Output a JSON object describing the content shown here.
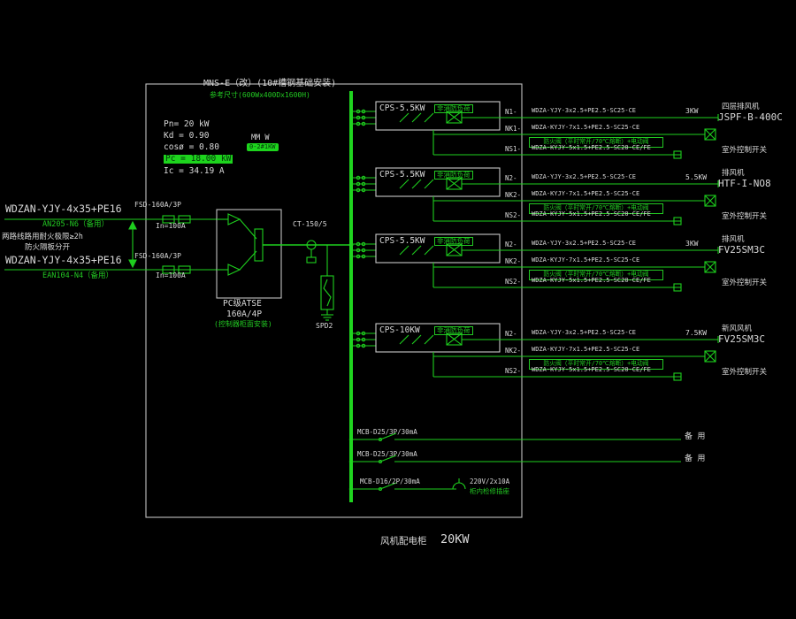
{
  "colors": {
    "line_green": "#1ecf1e",
    "bus_green": "#1fd41f",
    "text_white": "#d9d9d9",
    "text_green": "#22c922",
    "cabinet_border": "#c0c0c0"
  },
  "panel": {
    "title": "MNS-E（改）(10#槽钢基础安装)",
    "size_note": "参考尺寸(600Wx400Dx1600H)",
    "pn": "Pn= 20 kW",
    "kd": "Kd = 0.90",
    "cos_phi": "cosø = 0.80",
    "pc": "Pc = 18.00 kW",
    "ic": "Ic = 34.19 A",
    "meter_label": "MM W",
    "meter_value": "0-2#1KW"
  },
  "incoming": {
    "feeder1": {
      "cable": "WDZAN-YJY-4x35+PE16",
      "source": "AN205-N6（备用）",
      "breaker": "FSD-160A/3P",
      "current": "In=100A"
    },
    "feeder2": {
      "cable": "WDZAN-YJY-4x35+PE16",
      "source": "EAN104-N4（备用）",
      "breaker": "FSD-160A/3P",
      "current": "In=100A"
    },
    "fire_note_line1": "两路线路用耐火极限≥2h",
    "fire_note_line2": "防火隔板分开"
  },
  "atse": {
    "name": "PC级ATSE",
    "rating": "160A/4P",
    "mount_note": "(控制器柜面安装)"
  },
  "instruments": {
    "ct": "CT-150/5",
    "spd": "SPD2"
  },
  "branches": [
    {
      "cps": "CPS-5.5KW",
      "tag": "非消防负荷",
      "power": "3KW",
      "load_name": "四层排风机",
      "load_model": "JSPF-B-400C",
      "remote": "室外控制开关",
      "valve_note": "防火阀（平时常开/70℃熔断）+电动阀",
      "rows": [
        {
          "label": "N1-",
          "cable": "WDZA-YJY-3x2.5+PE2.5-SC25-CE"
        },
        {
          "label": "NK1-",
          "cable": "WDZA-KYJY-7x1.5+PE2.5-SC25-CE"
        },
        {
          "label": "NS1-",
          "cable": "WDZA-KYJY-5x1.5+PE2.5-SC20-CE/FE"
        }
      ]
    },
    {
      "cps": "CPS-5.5KW",
      "tag": "非消防负荷",
      "power": "5.5KW",
      "load_name": "排风机",
      "load_model": "HTF-I-NO8",
      "remote": "室外控制开关",
      "valve_note": "防火阀（平时常开/70℃熔断）+电动阀",
      "rows": [
        {
          "label": "N2-",
          "cable": "WDZA-YJY-3x2.5+PE2.5-SC25-CE"
        },
        {
          "label": "NK2-",
          "cable": "WDZA-KYJY-7x1.5+PE2.5-SC25-CE"
        },
        {
          "label": "NS2-",
          "cable": "WDZA-KYJY-5x1.5+PE2.5-SC20-CE/FE"
        }
      ]
    },
    {
      "cps": "CPS-5.5KW",
      "tag": "非消防负荷",
      "power": "3KW",
      "load_name": "排风机",
      "load_model": "FV25SM3C",
      "remote": "室外控制开关",
      "valve_note": "防火阀（平时常开/70℃熔断）+电动阀",
      "rows": [
        {
          "label": "N2-",
          "cable": "WDZA-YJY-3x2.5+PE2.5-SC25-CE"
        },
        {
          "label": "NK2-",
          "cable": "WDZA-KYJY-7x1.5+PE2.5-SC25-CE"
        },
        {
          "label": "NS2-",
          "cable": "WDZA-KYJY-5x1.5+PE2.5-SC20-CE/FE"
        }
      ]
    },
    {
      "cps": "CPS-10KW",
      "tag": "非消防负荷",
      "power": "7.5KW",
      "load_name": "新风风机",
      "load_model": "FV25SM3C",
      "remote": "室外控制开关",
      "valve_note": "防火阀（平时常开/70℃熔断）+电动阀",
      "rows": [
        {
          "label": "N2-",
          "cable": "WDZA-YJY-3x2.5+PE2.5-SC25-CE"
        },
        {
          "label": "NK2-",
          "cable": "WDZA-KYJY-7x1.5+PE2.5-SC25-CE"
        },
        {
          "label": "NS2-",
          "cable": "WDZA-KYJY-5x1.5+PE2.5-SC20-CE/FE"
        }
      ]
    }
  ],
  "bottom": {
    "b1": {
      "breaker": "MCB-D25/3P/30mA",
      "load": "备 用"
    },
    "b2": {
      "breaker": "MCB-D25/3P/30mA",
      "load": "备 用"
    },
    "b3": {
      "breaker": "MCB-D16/2P/30mA",
      "socket": "220V/2x10A",
      "note": "柜内检修插座"
    }
  },
  "footer": {
    "name": "风机配电柜",
    "rating": "20KW"
  }
}
